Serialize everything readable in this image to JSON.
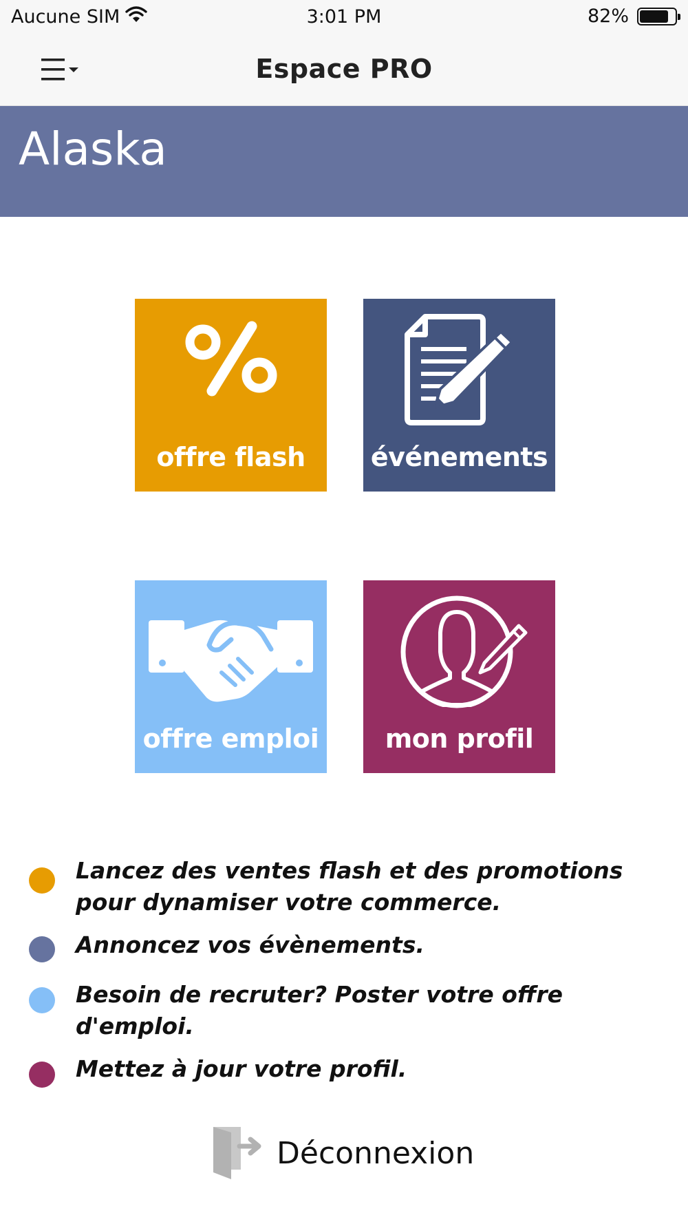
{
  "status_bar": {
    "carrier": "Aucune SIM",
    "time": "3:01 PM",
    "battery_text": "82%",
    "battery_level": 0.82,
    "wifi_icon": "wifi-icon"
  },
  "nav": {
    "title": "Espace PRO",
    "menu_icon": "menu-dropdown-icon"
  },
  "header": {
    "title": "Alaska",
    "color": "#66739f"
  },
  "tiles": [
    {
      "label": "offre flash",
      "icon": "percent-icon",
      "color": "#e79c02"
    },
    {
      "label": "événements",
      "icon": "document-pen-icon",
      "color": "#44557f"
    },
    {
      "label": "offre emploi",
      "icon": "handshake-icon",
      "color": "#85bff7"
    },
    {
      "label": "mon profil",
      "icon": "profile-edit-icon",
      "color": "#962e62"
    }
  ],
  "legend": [
    {
      "text": "Lancez des ventes flash et des promotions pour dynamiser votre commerce.",
      "color": "#e79c02"
    },
    {
      "text": "Annoncez vos évènements.",
      "color": "#66739f"
    },
    {
      "text": "Besoin de recruter? Poster votre offre d'emploi.",
      "color": "#85bff7"
    },
    {
      "text": "Mettez à jour votre profil.",
      "color": "#962e62"
    }
  ],
  "logout": {
    "label": "Déconnexion",
    "icon": "logout-door-icon"
  }
}
